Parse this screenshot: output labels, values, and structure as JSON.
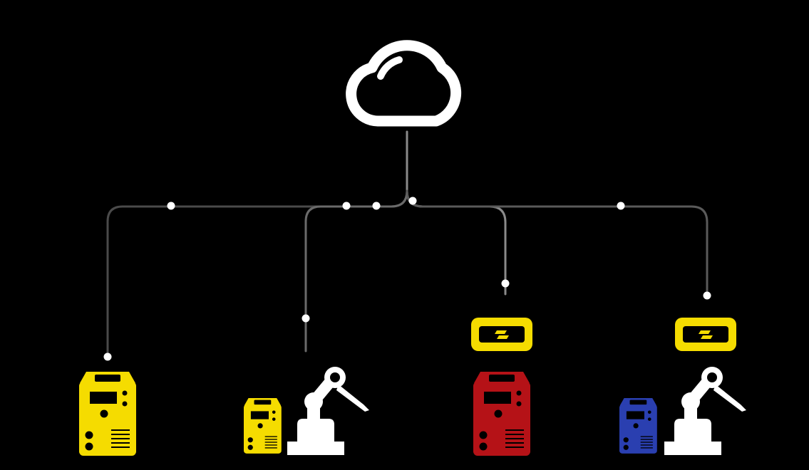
{
  "colors": {
    "background": "#000000",
    "cloud": "#ffffff",
    "wire": "#5a5a5a",
    "wire_bright": "#8a8a8a",
    "node": "#ffffff",
    "yellow": "#f5dc00",
    "red": "#b51217",
    "blue": "#2a3fb0",
    "robot": "#ffffff"
  },
  "diagram": {
    "hub": {
      "icon": "cloud-icon"
    },
    "devices": [
      {
        "icon": "welding-machine-icon",
        "color": "yellow",
        "robot": false,
        "gateway": false
      },
      {
        "icon": "welding-machine-icon",
        "color": "yellow",
        "robot": true,
        "gateway": false
      },
      {
        "icon": "welding-machine-icon",
        "color": "red",
        "robot": false,
        "gateway": true
      },
      {
        "icon": "welding-machine-icon",
        "color": "blue",
        "robot": true,
        "gateway": true
      }
    ]
  }
}
